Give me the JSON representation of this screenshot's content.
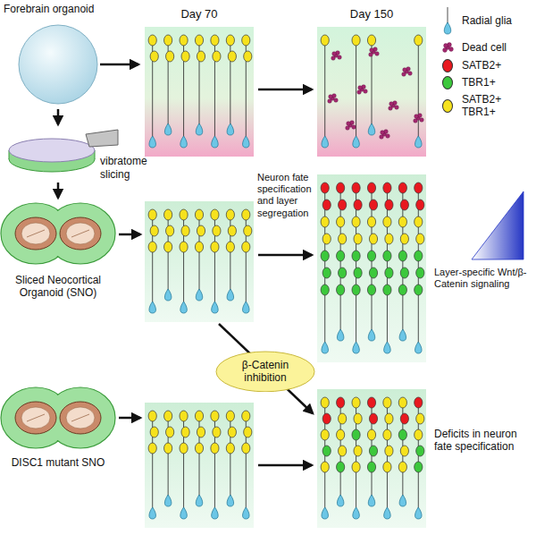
{
  "diagram": {
    "nodes": [
      {
        "text": [
          "Forebrain organoid"
        ]
      },
      {
        "text": [
          "vibratome slicing"
        ]
      },
      {
        "text": [
          "Sliced Neocortical Organoid (SNO)"
        ]
      },
      {
        "text": [
          "DISC1 mutant SNO"
        ]
      },
      {
        "text": [
          "β-Catenin inhibition"
        ]
      }
    ],
    "edges": [
      {
        "from": 0,
        "to": 1,
        "arrow": "to"
      },
      {
        "from": 1,
        "to": 2,
        "arrow": "to"
      }
    ],
    "labels": [
      "Day 70",
      "Day 150",
      "Neuron fate specification and layer segregation",
      "Layer-specific Wnt/β-Catenin signaling",
      "Deficits in neuron fate specification"
    ],
    "legend": [
      {
        "text": "Radial glia"
      },
      {
        "text": "Dead cell"
      },
      {
        "text": "SATB2+",
        "color": "#e8191f"
      },
      {
        "text": "TBR1+",
        "color": "#3cc83c"
      },
      {
        "text": "SATB2+ TBR1+",
        "color": "#f6e21d"
      }
    ]
  }
}
